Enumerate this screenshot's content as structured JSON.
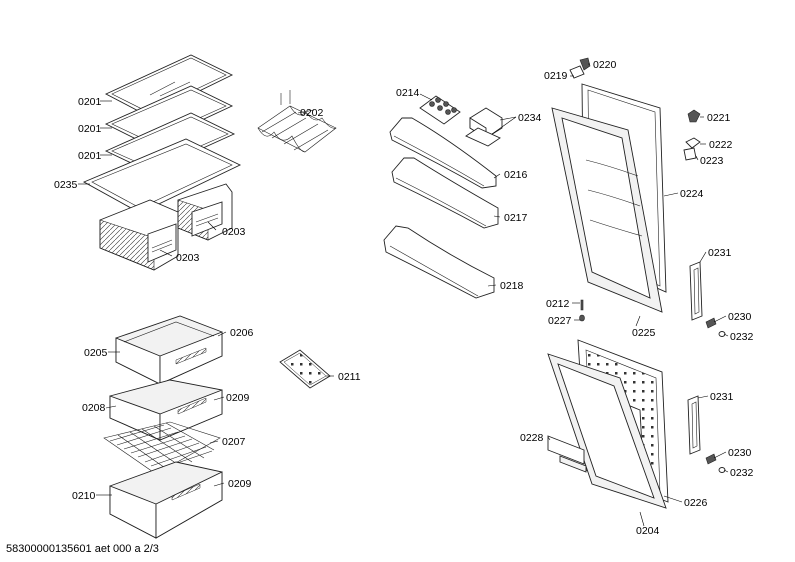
{
  "labels": {
    "l0201a": "0201",
    "l0201b": "0201",
    "l0201c": "0201",
    "l0235": "0235",
    "l0202": "0202",
    "l0203a": "0203",
    "l0203b": "0203",
    "l0206": "0206",
    "l0205": "0205",
    "l0211": "0211",
    "l0208": "0208",
    "l0209a": "0209",
    "l0207": "0207",
    "l0210": "0210",
    "l0209b": "0209",
    "l0214": "0214",
    "l0234": "0234",
    "l0216": "0216",
    "l0217": "0217",
    "l0218": "0218",
    "l0219": "0219",
    "l0220": "0220",
    "l0221": "0221",
    "l0222": "0222",
    "l0223": "0223",
    "l0224": "0224",
    "l0231a": "0231",
    "l0212": "0212",
    "l0227": "0227",
    "l0230a": "0230",
    "l0232a": "0232",
    "l0225": "0225",
    "l0231b": "0231",
    "l0228": "0228",
    "l0230b": "0230",
    "l0232b": "0232",
    "l0226": "0226",
    "l0204": "0204"
  },
  "footer": "58300000135601 aet 000 a 2/3"
}
